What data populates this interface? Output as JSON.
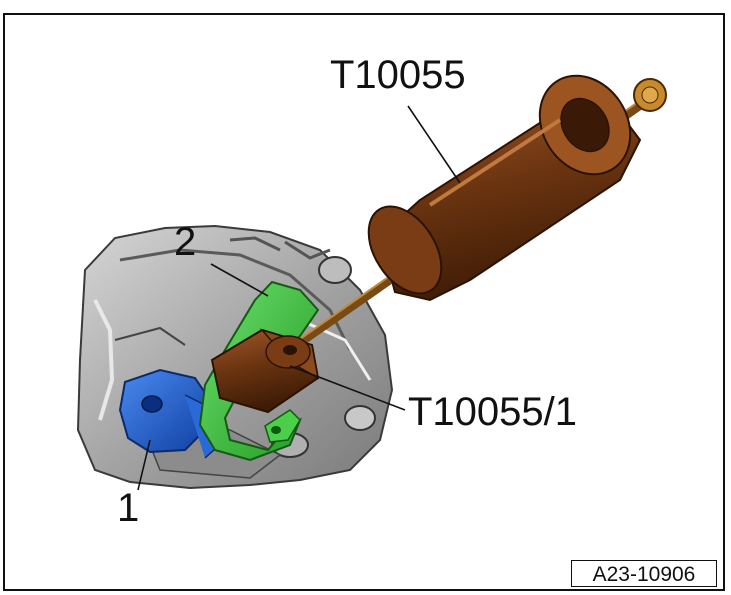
{
  "callouts": {
    "tool_main": "T10055",
    "tool_adapter": "T10055/1",
    "item_2": "2",
    "item_1": "1"
  },
  "figure_id": "A23-10906",
  "colors": {
    "housing_gray": "#a8a8a8",
    "bracket_green": "#3cc23c",
    "part_blue": "#1f5fd0",
    "tool_brown": "#6b3410",
    "frame": "#111111"
  }
}
